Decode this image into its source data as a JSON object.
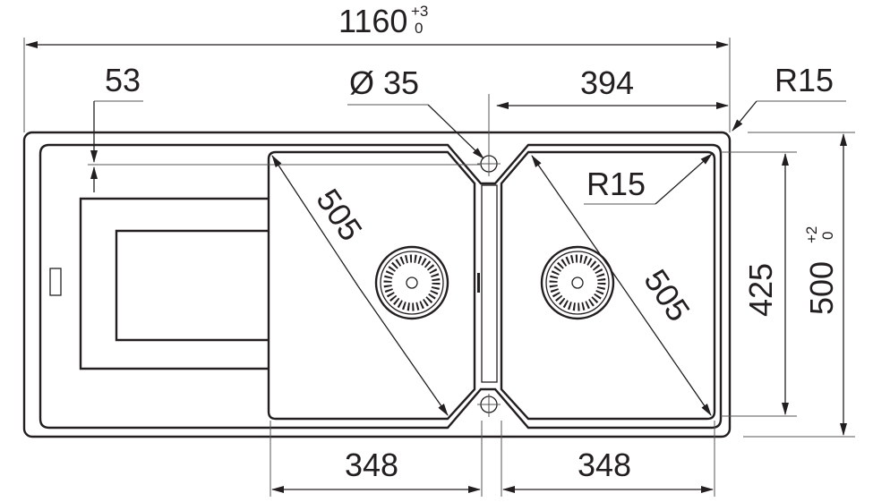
{
  "drawing": {
    "overall_width": {
      "value": "1160",
      "tol_upper": "+3",
      "tol_lower": "0"
    },
    "overall_depth": {
      "value": "500",
      "tol_upper": "+2",
      "tol_lower": "0"
    },
    "bowl_depth": "425",
    "drainer_offset": "53",
    "tap_hole": "Ø 35",
    "right_section_width": "394",
    "outer_radius": "R15",
    "inner_radius": "R15",
    "left_bowl_diagonal": "505",
    "right_bowl_diagonal": "505",
    "left_bowl_width": "348",
    "right_bowl_width": "348"
  }
}
